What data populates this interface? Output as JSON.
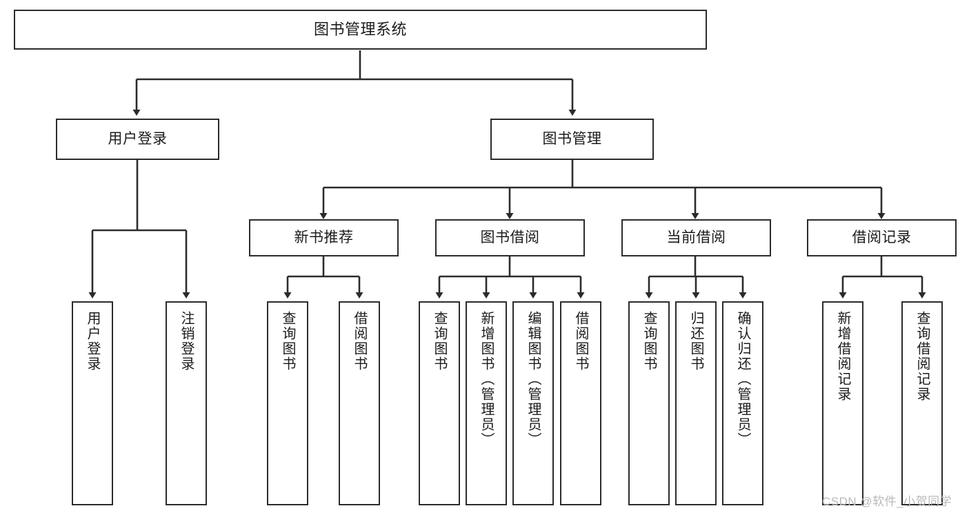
{
  "diagram": {
    "title": "图书管理系统",
    "type": "hierarchy-tree",
    "orientation": "top-down",
    "colors": {
      "box_border": "#2b2b2b",
      "box_fill": "#ffffff",
      "connector": "#2b2b2b",
      "text": "#1b1b1b",
      "watermark": "#b9b9b9",
      "background": "#ffffff"
    },
    "nodes": {
      "root": {
        "id": "root",
        "label": "图书管理系统",
        "level": 1,
        "orientation": "horizontal"
      },
      "level2": [
        {
          "id": "user-login",
          "label": "用户登录",
          "level": 2,
          "orientation": "horizontal"
        },
        {
          "id": "book-management",
          "label": "图书管理",
          "level": 2,
          "orientation": "horizontal"
        }
      ],
      "level3": [
        {
          "id": "new-book-recommend",
          "label": "新书推荐",
          "level": 3,
          "orientation": "horizontal",
          "parent": "book-management"
        },
        {
          "id": "book-borrow",
          "label": "图书借阅",
          "level": 3,
          "orientation": "horizontal",
          "parent": "book-management"
        },
        {
          "id": "current-borrow",
          "label": "当前借阅",
          "level": 3,
          "orientation": "horizontal",
          "parent": "book-management"
        },
        {
          "id": "borrow-record",
          "label": "借阅记录",
          "level": 3,
          "orientation": "horizontal",
          "parent": "book-management"
        }
      ],
      "leaves": [
        {
          "id": "leaf-user-login",
          "label": "用户登录",
          "orientation": "vertical",
          "parent": "user-login"
        },
        {
          "id": "leaf-logout-login",
          "label": "注销登录",
          "orientation": "vertical",
          "parent": "user-login"
        },
        {
          "id": "leaf-query-book-1",
          "label": "查询图书",
          "orientation": "vertical",
          "parent": "new-book-recommend"
        },
        {
          "id": "leaf-borrow-book-1",
          "label": "借阅图书",
          "orientation": "vertical",
          "parent": "new-book-recommend"
        },
        {
          "id": "leaf-query-book-2",
          "label": "查询图书",
          "orientation": "vertical",
          "parent": "book-borrow"
        },
        {
          "id": "leaf-add-book",
          "label": "新增图书（管理员）",
          "orientation": "vertical",
          "parent": "book-borrow"
        },
        {
          "id": "leaf-edit-book",
          "label": "编辑图书（管理员）",
          "orientation": "vertical",
          "parent": "book-borrow"
        },
        {
          "id": "leaf-borrow-book-2",
          "label": "借阅图书",
          "orientation": "vertical",
          "parent": "book-borrow"
        },
        {
          "id": "leaf-query-book-3",
          "label": "查询图书",
          "orientation": "vertical",
          "parent": "current-borrow"
        },
        {
          "id": "leaf-return-book",
          "label": "归还图书",
          "orientation": "vertical",
          "parent": "current-borrow"
        },
        {
          "id": "leaf-confirm-return",
          "label": "确认归还（管理员）",
          "orientation": "vertical",
          "parent": "current-borrow"
        },
        {
          "id": "leaf-add-record",
          "label": "新增借阅记录",
          "orientation": "vertical",
          "parent": "borrow-record"
        },
        {
          "id": "leaf-query-record",
          "label": "查询借阅记录",
          "orientation": "vertical",
          "parent": "borrow-record"
        }
      ]
    },
    "edges": [
      {
        "from": "root",
        "to": "user-login"
      },
      {
        "from": "root",
        "to": "book-management"
      },
      {
        "from": "book-management",
        "to": "new-book-recommend"
      },
      {
        "from": "book-management",
        "to": "book-borrow"
      },
      {
        "from": "book-management",
        "to": "current-borrow"
      },
      {
        "from": "book-management",
        "to": "borrow-record"
      },
      {
        "from": "user-login",
        "to": "leaf-user-login"
      },
      {
        "from": "user-login",
        "to": "leaf-logout-login"
      },
      {
        "from": "new-book-recommend",
        "to": "leaf-query-book-1"
      },
      {
        "from": "new-book-recommend",
        "to": "leaf-borrow-book-1"
      },
      {
        "from": "book-borrow",
        "to": "leaf-query-book-2"
      },
      {
        "from": "book-borrow",
        "to": "leaf-add-book"
      },
      {
        "from": "book-borrow",
        "to": "leaf-edit-book"
      },
      {
        "from": "book-borrow",
        "to": "leaf-borrow-book-2"
      },
      {
        "from": "current-borrow",
        "to": "leaf-query-book-3"
      },
      {
        "from": "current-borrow",
        "to": "leaf-return-book"
      },
      {
        "from": "current-borrow",
        "to": "leaf-confirm-return"
      },
      {
        "from": "borrow-record",
        "to": "leaf-add-record"
      },
      {
        "from": "borrow-record",
        "to": "leaf-query-record"
      }
    ]
  },
  "watermark": {
    "text": "CSDN @软件_小贺同学"
  }
}
